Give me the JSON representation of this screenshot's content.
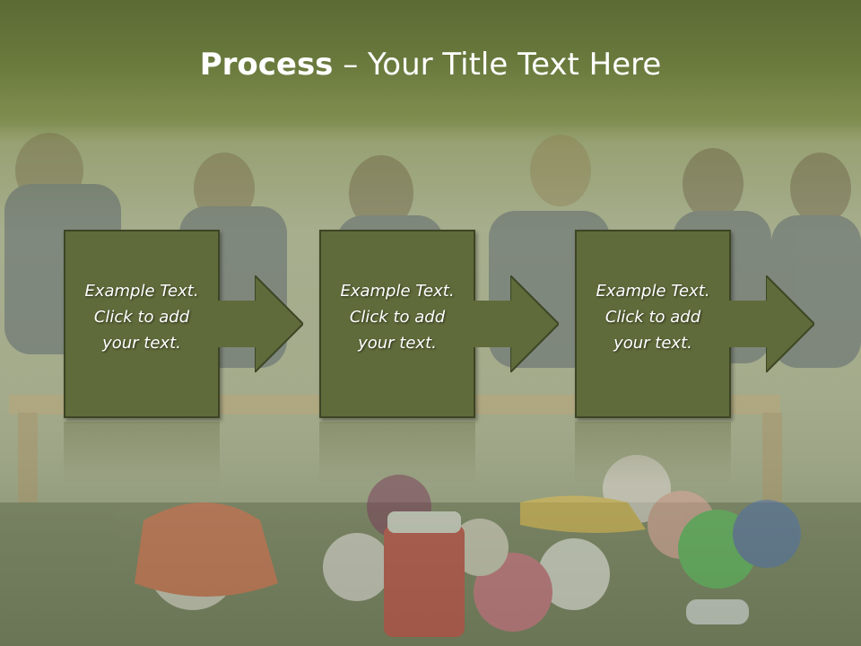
{
  "slide": {
    "title_bold": "Process",
    "title_rest": " – Your Title Text Here"
  },
  "steps": [
    {
      "line1": "Example Text.",
      "line2": "Click  to add",
      "line3": "your text."
    },
    {
      "line1": "Example Text.",
      "line2": "Click  to add",
      "line3": "your text."
    },
    {
      "line1": "Example Text.",
      "line2": "Click  to add",
      "line3": "your text."
    }
  ],
  "colors": {
    "box_fill": "#5f6b3a",
    "box_border": "#3d4525",
    "title_band": "#6b7b3e",
    "text": "#ffffff"
  }
}
